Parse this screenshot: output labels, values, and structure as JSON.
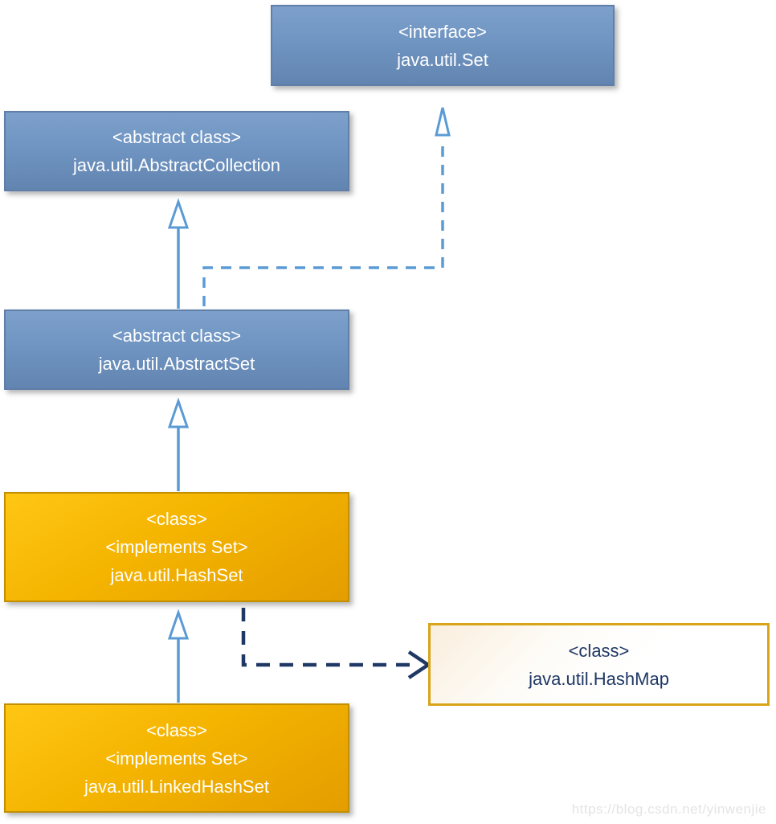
{
  "nodes": {
    "set": {
      "kind": "interface",
      "lines": [
        "<interface>",
        "java.util.Set"
      ]
    },
    "abstract_collection": {
      "kind": "abstract class",
      "lines": [
        "<abstract class>",
        "java.util.AbstractCollection"
      ]
    },
    "abstract_set": {
      "kind": "abstract class",
      "lines": [
        "<abstract class>",
        "java.util.AbstractSet"
      ]
    },
    "hash_set": {
      "kind": "class",
      "lines": [
        "<class>",
        "<implements Set>",
        "java.util.HashSet"
      ]
    },
    "linked_hash_set": {
      "kind": "class",
      "lines": [
        "<class>",
        "<implements Set>",
        "java.util.LinkedHashSet"
      ]
    },
    "hash_map": {
      "kind": "class",
      "lines": [
        "<class>",
        "java.util.HashMap"
      ]
    }
  },
  "edges": [
    {
      "from": "java.util.AbstractSet",
      "to": "java.util.AbstractCollection",
      "type": "extends",
      "style": "solid-blue-hollow-triangle"
    },
    {
      "from": "java.util.AbstractSet",
      "to": "java.util.Set",
      "type": "implements",
      "style": "dashed-blue-hollow-triangle"
    },
    {
      "from": "java.util.HashSet",
      "to": "java.util.AbstractSet",
      "type": "extends",
      "style": "solid-blue-hollow-triangle"
    },
    {
      "from": "java.util.LinkedHashSet",
      "to": "java.util.HashSet",
      "type": "extends",
      "style": "solid-blue-hollow-triangle"
    },
    {
      "from": "java.util.HashSet",
      "to": "java.util.HashMap",
      "type": "uses",
      "style": "dashed-navy-open-arrow"
    }
  ],
  "colors": {
    "blue_node_fill_top": "#7da0cb",
    "blue_node_fill_bottom": "#6284b0",
    "blue_node_border": "#5f7ea8",
    "gold_node_fill_top": "#ffc614",
    "gold_node_fill_bottom": "#e49d00",
    "gold_node_border": "#c18f00",
    "hashmap_border": "#d8a418",
    "hashmap_text": "#1f3864",
    "arrow_blue": "#5b9bd5",
    "arrow_navy": "#1f3864"
  },
  "watermark": "https://blog.csdn.net/yinwenjie"
}
